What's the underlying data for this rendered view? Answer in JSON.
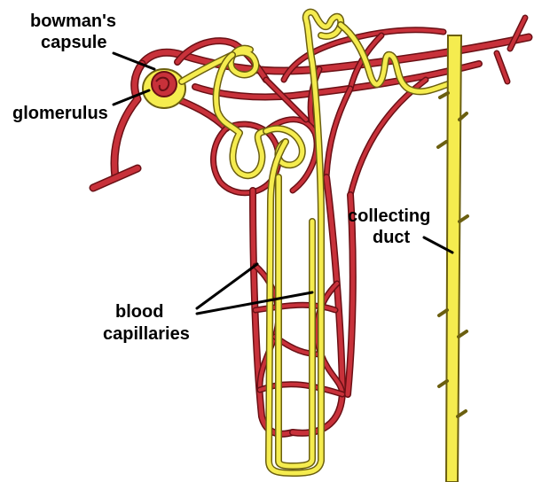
{
  "labels": {
    "bowmans_capsule_line1": "bowman's",
    "bowmans_capsule_line2": "capsule",
    "glomerulus": "glomerulus",
    "collecting_duct_line1": "collecting",
    "collecting_duct_line2": "duct",
    "blood_capillaries_line1": "blood",
    "blood_capillaries_line2": "capillaries"
  },
  "colors": {
    "blood_vessel": "#c8313a",
    "tubule": "#f5ec4f",
    "background": "#ffffff",
    "text": "#000000"
  }
}
